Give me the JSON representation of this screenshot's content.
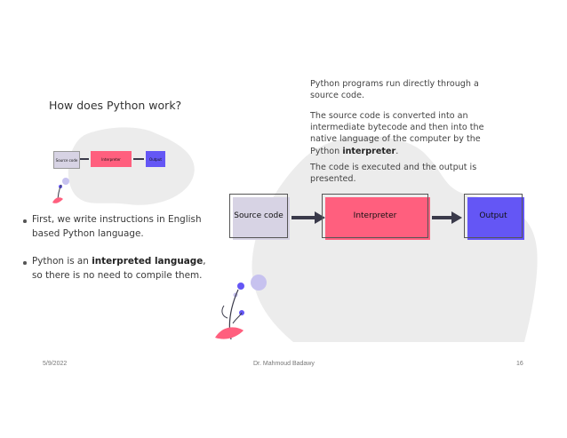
{
  "slide": {
    "title": "How does Python work?",
    "bullets": [
      {
        "text": "First, we write instructions in English based Python language."
      },
      {
        "prefix": "Python is an ",
        "bold": "interpreted language",
        "suffix": ", so there is no need to compile them."
      }
    ]
  },
  "description": {
    "p1": "Python programs run directly through a source code.",
    "p2_prefix": "The source code is converted into an intermediate bytecode and then into the native language of the computer by the Python ",
    "p2_bold": "interpreter",
    "p2_suffix": ".",
    "p3": "The code is executed and the output is presented."
  },
  "diagram": {
    "source": "Source code",
    "interpreter": "Interpreter",
    "output": "Output"
  },
  "small_diagram": {
    "source": "Source code",
    "interpreter": "Interpreter",
    "output": "Output"
  },
  "colors": {
    "source_box": "#d7d3e4",
    "interpreter_box": "#ff5f7e",
    "output_box": "#6456f5",
    "arrow": "#3a3a4a",
    "blob": "#ececec"
  },
  "footer": {
    "date": "5/9/2022",
    "author": "Dr. Mahmoud Badawy",
    "page": "16"
  }
}
